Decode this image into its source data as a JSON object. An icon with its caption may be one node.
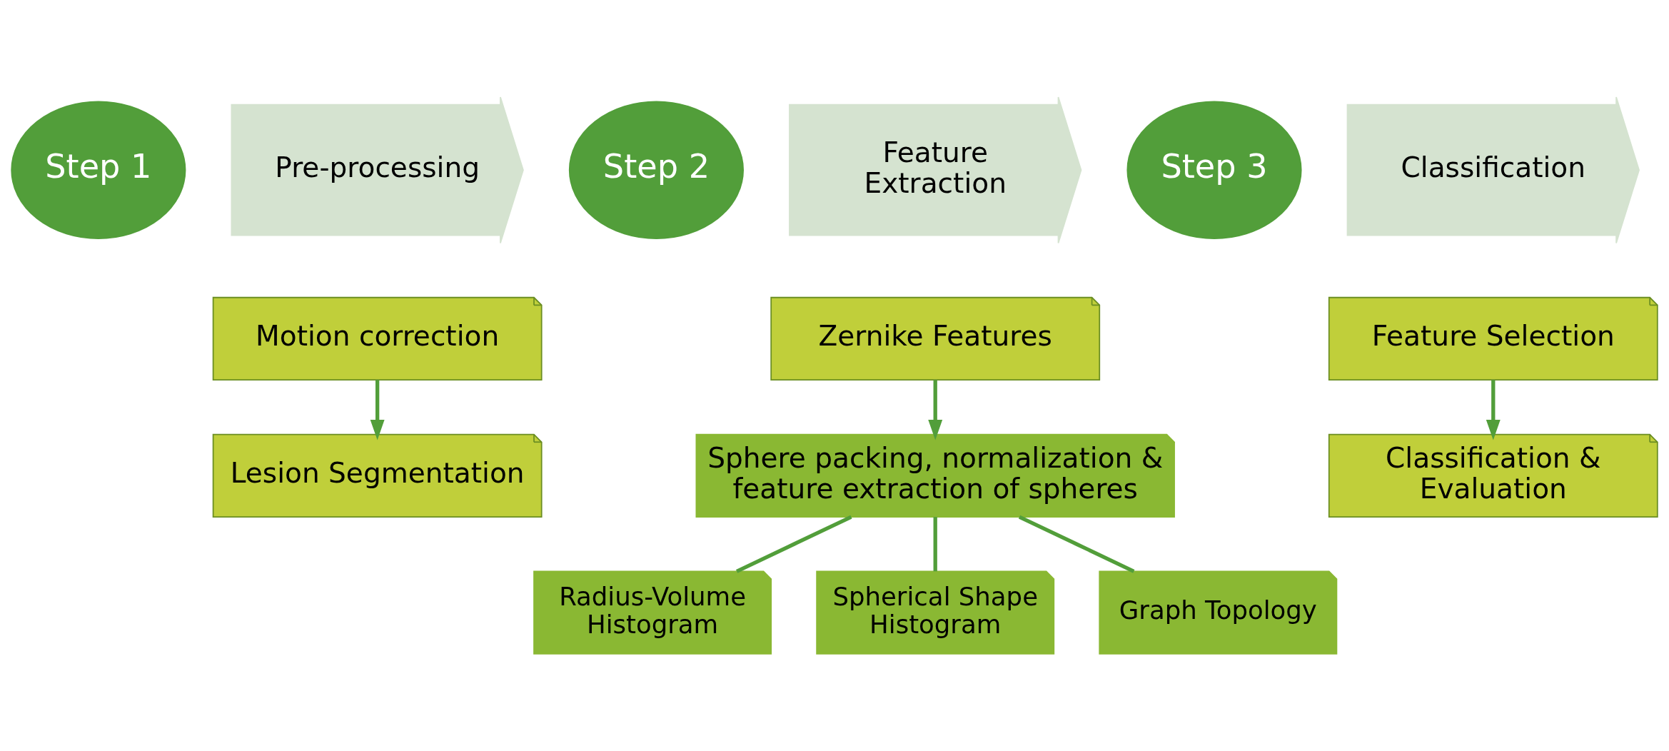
{
  "diagram": {
    "nodes": [
      {
        "text": [
          "Step 1"
        ]
      },
      {
        "text": [
          "Pre-processing"
        ]
      },
      {
        "text": [
          "Step 2"
        ]
      },
      {
        "text": [
          "Feature Extraction"
        ]
      },
      {
        "text": [
          "Step 3"
        ]
      },
      {
        "text": [
          "Classification"
        ]
      },
      {
        "text": [
          "Motion correction"
        ]
      },
      {
        "text": [
          "Lesion Segmentation"
        ]
      },
      {
        "text": [
          "Zernike Features"
        ]
      },
      {
        "text": [
          "Sphere packing, normalization & feature extraction of spheres"
        ]
      },
      {
        "text": [
          "Radius-Volume Histogram"
        ]
      },
      {
        "text": [
          "Spherical Shape Histogram"
        ]
      },
      {
        "text": [
          "Graph Topology"
        ]
      },
      {
        "text": [
          "Feature Selection"
        ]
      },
      {
        "text": [
          "Classification & Evaluation"
        ]
      }
    ],
    "edges": [
      {
        "from": 6,
        "to": 7,
        "arrow": "to"
      },
      {
        "from": 8,
        "to": 9,
        "arrow": "to"
      },
      {
        "from": 13,
        "to": 14,
        "arrow": "to"
      },
      {
        "from": 9,
        "to": 10,
        "arrow": "none"
      },
      {
        "from": 9,
        "to": 11,
        "arrow": "none"
      },
      {
        "from": 9,
        "to": 12,
        "arrow": "none"
      }
    ]
  }
}
